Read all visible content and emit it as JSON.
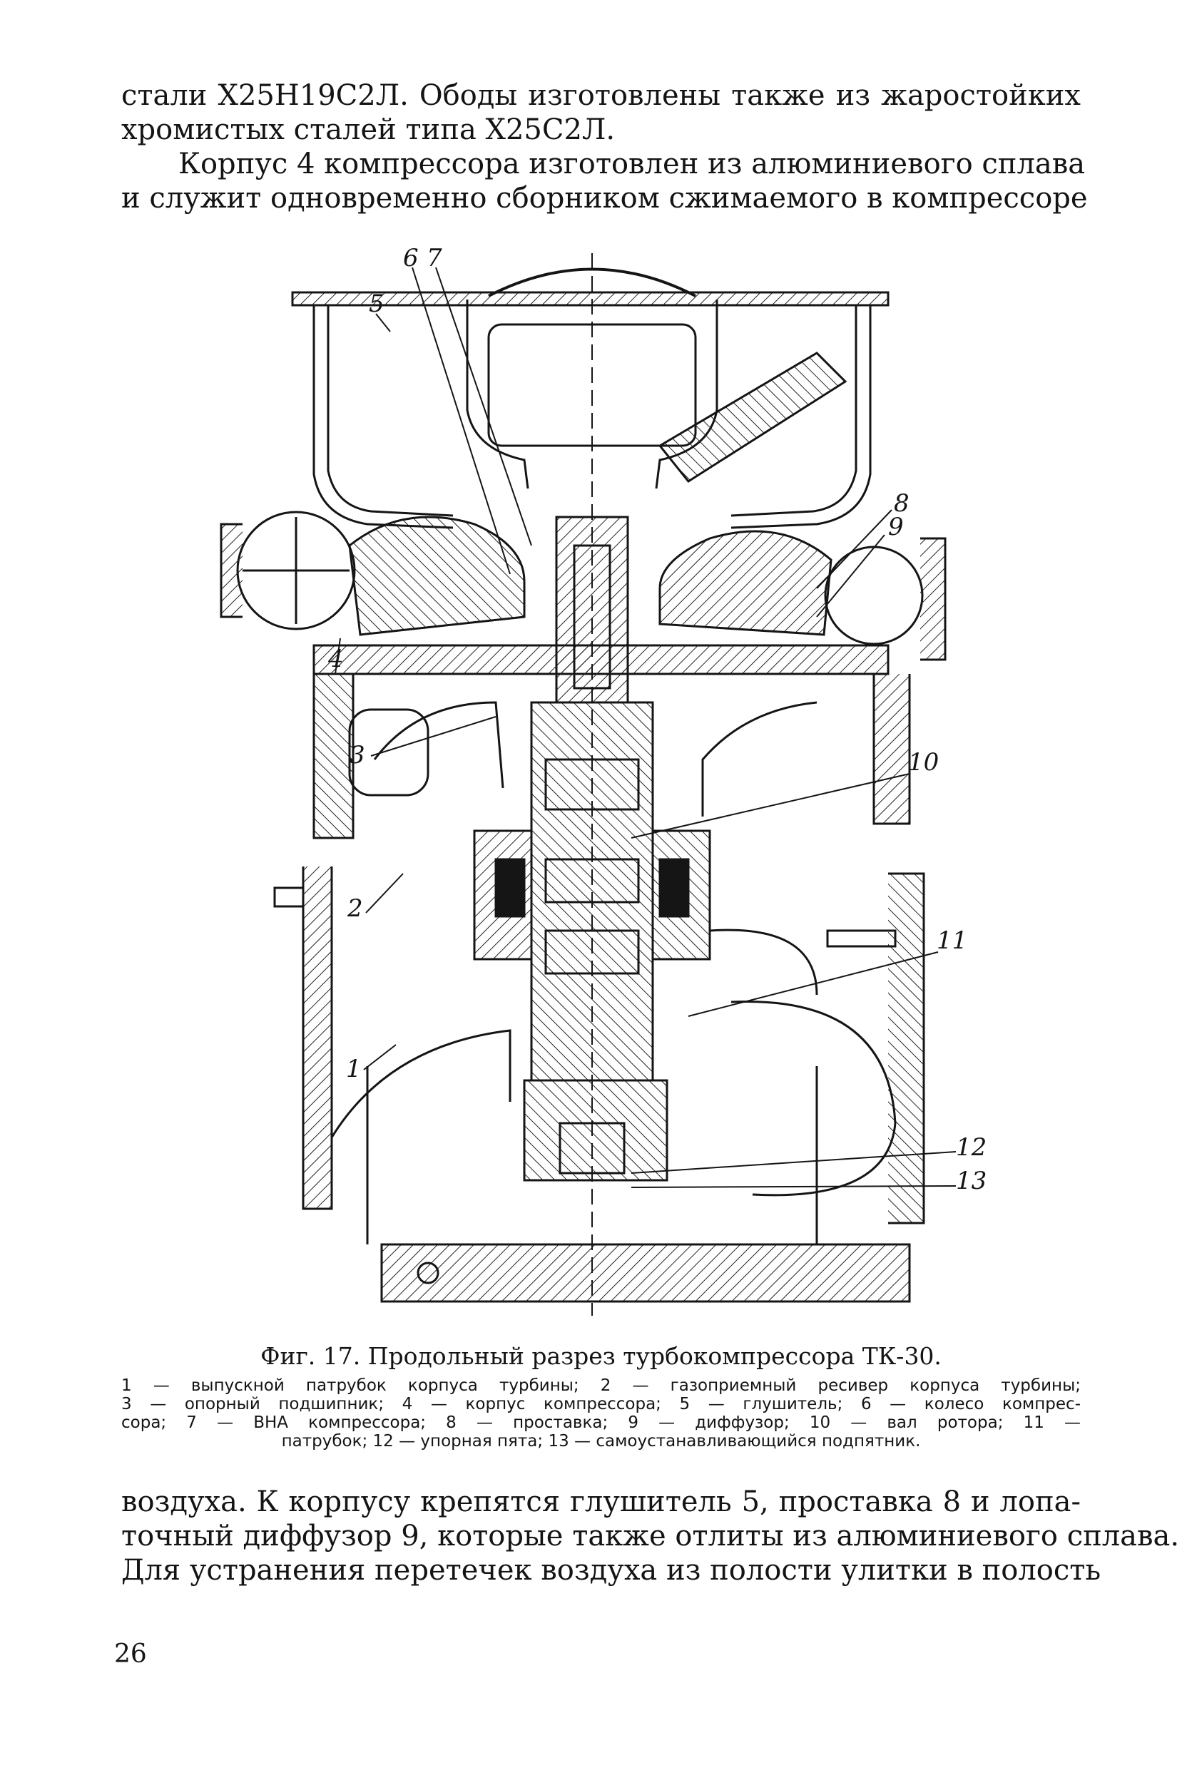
{
  "top_text": {
    "lines": [
      "стали Х25Н19С2Л. Ободы изготовлены также из жаростойких",
      "хромистых сталей типа Х25С2Л.",
      "Корпус 4 компрессора изготовлен из алюминиевого сплава",
      "и служит одновременно сборником сжимаемого в компрессоре"
    ]
  },
  "figure": {
    "callouts": [
      "6",
      "7",
      "5",
      "8",
      "9",
      "4",
      "3",
      "10",
      "2",
      "11",
      "1",
      "12",
      "13"
    ]
  },
  "caption": {
    "title": "Фиг. 17. Продольный разрез турбокомпрессора ТК-30.",
    "legend_lines": [
      "1 — выпускной патрубок корпуса турбины; 2 — газоприемный ресивер корпуса турбины;",
      "3 — опорный подшипник; 4 — корпус компрессора; 5 — глушитель; 6 — колесо компрес-",
      "сора; 7 — ВНА компрессора; 8 — проставка; 9 — диффузор; 10 — вал ротора; 11 —",
      "патрубок; 12 — упорная пята; 13 — самоустанавливающийся подпятник."
    ]
  },
  "bottom_text": {
    "lines": [
      "воздуха. К корпусу крепятся глушитель 5, проставка 8 и лопа-",
      "точный диффузор 9, которые также отлиты из алюминиевого сплава.",
      "Для устранения перетечек воздуха из полости улитки в полость"
    ]
  },
  "page_number": "26"
}
